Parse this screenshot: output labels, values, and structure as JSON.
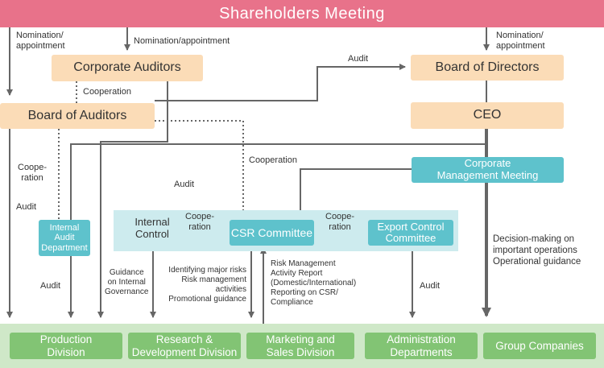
{
  "title": "Shareholders Meeting",
  "boxes": {
    "corporate_auditors": "Corporate Auditors",
    "board_of_auditors": "Board of Auditors",
    "board_of_directors": "Board of Directors",
    "ceo": "CEO",
    "corporate_management_meeting": "Corporate\nManagement Meeting",
    "internal_audit_department": "Internal\nAudit\nDepartment",
    "internal_control": "Internal\nControl",
    "csr_committee": "CSR Committee",
    "export_control_committee": "Export Control\nCommittee"
  },
  "divisions": [
    "Production\nDivision",
    "Research &\nDevelopment Division",
    "Marketing and\nSales Division",
    "Administration\nDepartments",
    "Group Companies"
  ],
  "labels": {
    "nomination_left": "Nomination/\nappointment",
    "nomination_center": "Nomination/appointment",
    "nomination_right": "Nomination/\nappointment",
    "audit_board": "Audit",
    "cooperation_auditors": "Cooperation",
    "cooperation_csr": "Cooperation",
    "cooperation_audit_dept": "Coope-\nration",
    "audit_left": "Audit",
    "audit_middle": "Audit",
    "audit_internal_dept": "Audit",
    "cooperation_internal_control": "Coope-\nration",
    "cooperation_export": "Coope-\nration",
    "guidance_governance": "Guidance\non Internal\nGovernance",
    "identifying_risks": "Identifying major risks\nRisk management\nactivities\nPromotional guidance",
    "risk_report": "Risk Management\nActivity Report\n(Domestic/International)\nReporting on CSR/\nCompliance",
    "audit_export": "Audit",
    "decision_making": "Decision-making on\nimportant operations\nOperational guidance"
  },
  "colors": {
    "shareholders": "#e8728a",
    "peach": "#fbdcb7",
    "teal": "#5ec2cc",
    "teal_panel": "#cdebee",
    "green": "#82c474",
    "green_band": "#cfe8c8",
    "line": "#666666"
  }
}
